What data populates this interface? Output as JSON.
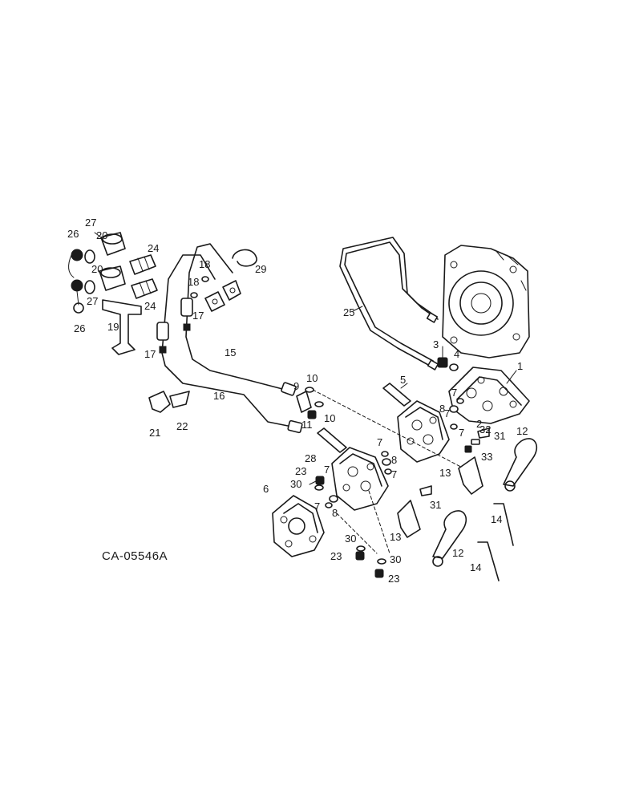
{
  "drawing_code": "CA-05546A",
  "callouts": [
    {
      "id": "c1",
      "text": "1"
    },
    {
      "id": "c2",
      "text": "2"
    },
    {
      "id": "c3",
      "text": "3"
    },
    {
      "id": "c4",
      "text": "4"
    },
    {
      "id": "c5",
      "text": "5"
    },
    {
      "id": "c6",
      "text": "6"
    },
    {
      "id": "c7a",
      "text": "7"
    },
    {
      "id": "c7b",
      "text": "7"
    },
    {
      "id": "c7c",
      "text": "7"
    },
    {
      "id": "c7d",
      "text": "7"
    },
    {
      "id": "c7e",
      "text": "7"
    },
    {
      "id": "c7f",
      "text": "7"
    },
    {
      "id": "c7g",
      "text": "7"
    },
    {
      "id": "c8a",
      "text": "8"
    },
    {
      "id": "c8b",
      "text": "8"
    },
    {
      "id": "c8c",
      "text": "8"
    },
    {
      "id": "c9",
      "text": "9"
    },
    {
      "id": "c10a",
      "text": "10"
    },
    {
      "id": "c10b",
      "text": "10"
    },
    {
      "id": "c11",
      "text": "11"
    },
    {
      "id": "c12a",
      "text": "12"
    },
    {
      "id": "c12b",
      "text": "12"
    },
    {
      "id": "c13a",
      "text": "13"
    },
    {
      "id": "c13b",
      "text": "13"
    },
    {
      "id": "c14a",
      "text": "14"
    },
    {
      "id": "c14b",
      "text": "14"
    },
    {
      "id": "c15",
      "text": "15"
    },
    {
      "id": "c16",
      "text": "16"
    },
    {
      "id": "c17a",
      "text": "17"
    },
    {
      "id": "c17b",
      "text": "17"
    },
    {
      "id": "c18a",
      "text": "18"
    },
    {
      "id": "c18b",
      "text": "18"
    },
    {
      "id": "c19",
      "text": "19"
    },
    {
      "id": "c20a",
      "text": "20"
    },
    {
      "id": "c20b",
      "text": "20"
    },
    {
      "id": "c21",
      "text": "21"
    },
    {
      "id": "c22",
      "text": "22"
    },
    {
      "id": "c23a",
      "text": "23"
    },
    {
      "id": "c23b",
      "text": "23"
    },
    {
      "id": "c23c",
      "text": "23"
    },
    {
      "id": "c24a",
      "text": "24"
    },
    {
      "id": "c24b",
      "text": "24"
    },
    {
      "id": "c25",
      "text": "25"
    },
    {
      "id": "c26a",
      "text": "26"
    },
    {
      "id": "c26b",
      "text": "26"
    },
    {
      "id": "c27a",
      "text": "27"
    },
    {
      "id": "c27b",
      "text": "27"
    },
    {
      "id": "c28",
      "text": "28"
    },
    {
      "id": "c29",
      "text": "29"
    },
    {
      "id": "c30a",
      "text": "30"
    },
    {
      "id": "c30b",
      "text": "30"
    },
    {
      "id": "c30c",
      "text": "30"
    },
    {
      "id": "c31a",
      "text": "31"
    },
    {
      "id": "c31b",
      "text": "31"
    },
    {
      "id": "c32",
      "text": "32"
    },
    {
      "id": "c33",
      "text": "33"
    }
  ]
}
